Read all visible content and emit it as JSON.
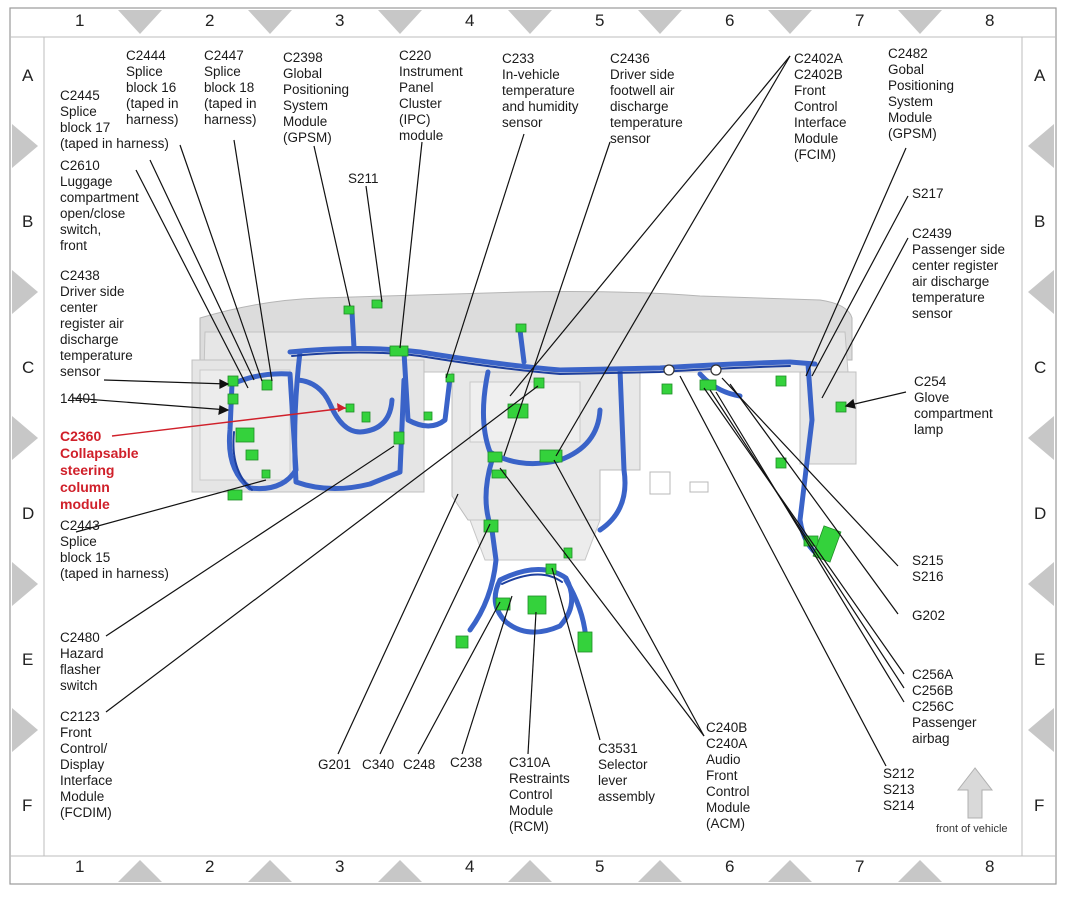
{
  "grid": {
    "columns": [
      "1",
      "2",
      "3",
      "4",
      "5",
      "6",
      "7",
      "8"
    ],
    "rows": [
      "A",
      "B",
      "C",
      "D",
      "E",
      "F"
    ]
  },
  "labels": [
    {
      "id": "c2444",
      "text": "C2444\nSplice\nblock 16\n(taped in\nharness)"
    },
    {
      "id": "c2447",
      "text": "C2447\nSplice\nblock 18\n(taped in\nharness)"
    },
    {
      "id": "c2398",
      "text": "C2398\nGlobal\nPositioning\nSystem\nModule\n(GPSM)"
    },
    {
      "id": "c220",
      "text": "C220\nInstrument\nPanel\nCluster\n(IPC)\nmodule"
    },
    {
      "id": "c233",
      "text": "C233\nIn-vehicle\ntemperature\nand humidity\nsensor"
    },
    {
      "id": "c2436",
      "text": "C2436\nDriver side\nfootwell air\ndischarge\ntemperature\nsensor"
    },
    {
      "id": "c2402",
      "text": "C2402A\nC2402B\nFront\nControl\nInterface\nModule\n(FCIM)"
    },
    {
      "id": "c2482",
      "text": "C2482\nGobal\nPositioning\nSystem\nModule\n(GPSM)"
    },
    {
      "id": "c2445",
      "text": "C2445\nSplice\nblock 17\n(taped in harness)"
    },
    {
      "id": "c2610",
      "text": "C2610\nLuggage\ncompartment\nopen/close\nswitch,\nfront"
    },
    {
      "id": "s211",
      "text": "S211"
    },
    {
      "id": "s217",
      "text": "S217"
    },
    {
      "id": "c2439",
      "text": "C2439\nPassenger side\ncenter register\nair discharge\ntemperature\nsensor"
    },
    {
      "id": "c2438",
      "text": "C2438\nDriver side\ncenter\nregister air\ndischarge\ntemperature\nsensor"
    },
    {
      "id": "c254",
      "text": "C254\nGlove\ncompartment\nlamp"
    },
    {
      "id": "n14401",
      "text": "14401"
    },
    {
      "id": "c2360",
      "text": "C2360\nCollapsable\nsteering\ncolumn\nmodule",
      "highlight": true
    },
    {
      "id": "c2443",
      "text": "C2443\nSplice\nblock 15\n(taped in harness)"
    },
    {
      "id": "s215",
      "text": "S215\nS216"
    },
    {
      "id": "g202",
      "text": "G202"
    },
    {
      "id": "c2480",
      "text": "C2480\nHazard\nflasher\nswitch"
    },
    {
      "id": "c256",
      "text": "C256A\nC256B\nC256C\nPassenger\nairbag"
    },
    {
      "id": "c2123",
      "text": "C2123\nFront\nControl/\nDisplay\nInterface\nModule\n(FCDIM)"
    },
    {
      "id": "g201",
      "text": "G201"
    },
    {
      "id": "c340",
      "text": "C340"
    },
    {
      "id": "c248",
      "text": "C248"
    },
    {
      "id": "c238",
      "text": "C238"
    },
    {
      "id": "c310a",
      "text": "C310A\nRestraints\nControl\nModule\n(RCM)"
    },
    {
      "id": "c3531",
      "text": "C3531\nSelector\nlever\nassembly"
    },
    {
      "id": "c240",
      "text": "C240B\nC240A\nAudio\nFront\nControl\nModule\n(ACM)"
    },
    {
      "id": "s212",
      "text": "S212\nS213\nS214"
    }
  ],
  "front_of_vehicle": "front of vehicle",
  "colors": {
    "harness": "#3a63c8",
    "harness_dark": "#1d3f9e",
    "connector": "#34d23c",
    "highlight": "#d0202a",
    "panel": "#d7d7d7"
  }
}
